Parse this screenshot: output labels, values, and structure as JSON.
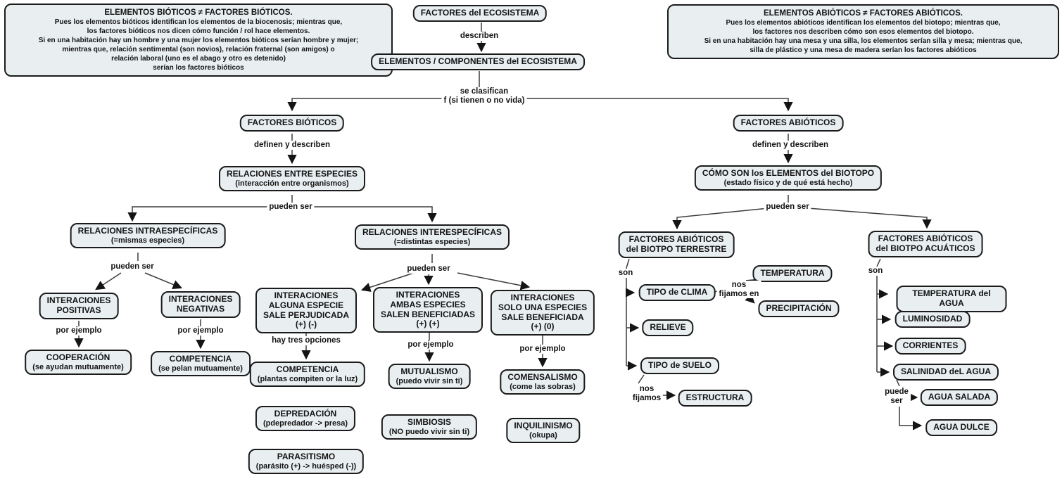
{
  "notes": {
    "biotic": {
      "title": "ELEMENTOS BIÓTICOS ≠ FACTORES BIÓTICOS.",
      "body": "Pues  los elementos bióticos identifican los elementos de la biocenosis; mientras que,\nlos factores bióticos nos dicen cómo función / rol hace elementos.\nSi en una habitación hay un hombre y una mujer los elementos bióticos serían hombre y mujer;\nmientras que, relación sentimental (son novios), relación fraternal (son amigos) o\nrelación laboral (uno es el abago y otro es detenido)\nserían los factores bióticos"
    },
    "abiotic": {
      "title": "ELEMENTOS ABIÓTICOS ≠ FACTORES ABIÓTICOS.",
      "body": "Pues  los elementos abióticos identifican los elementos del biotopo; mientras que,\nlos factores nos describen cómo son esos elementos del biotopo.\nSi en una habitación hay una mesa y una silla, los elementos serían silla y mesa; mientras que,\nsilla de plástico y una mesa de madera serían los factores abióticos"
    }
  },
  "nodes": {
    "factores_ecosistema": {
      "title": "FACTORES del ECOSISTEMA"
    },
    "elementos": {
      "title": "ELEMENTOS / COMPONENTES del ECOSISTEMA"
    },
    "factores_bioticos": {
      "title": "FACTORES BIÓTICOS"
    },
    "relaciones_especies": {
      "title": "RELACIONES ENTRE ESPECIES",
      "sub": "(interacción entre organismos)"
    },
    "rel_intra": {
      "title": "RELACIONES INTRAESPECÍFICAS",
      "sub": "(=mismas especies)"
    },
    "rel_inter": {
      "title": "RELACIONES INTERESPECÍFICAS",
      "sub": "(=distintas especies)"
    },
    "int_positivas": {
      "title": "INTERACIONES\nPOSITIVAS"
    },
    "int_negativas": {
      "title": "INTERACIONES\nNEGATIVAS"
    },
    "cooperacion": {
      "title": "COOPERACIÓN",
      "sub": "(se ayudan mutuamente)"
    },
    "competencia1": {
      "title": "COMPETENCIA",
      "sub": "(se pelan mutuamente)"
    },
    "int_perjudicada": {
      "title": "INTERACIONES\nALGUNA ESPECIE\nSALE PERJUDICADA\n(+) (-)"
    },
    "competencia2": {
      "title": "COMPETENCIA",
      "sub": "(plantas compiten or la luz)"
    },
    "depredacion": {
      "title": "DEPREDACIÓN",
      "sub": "(pdepredador -> presa)"
    },
    "parasitismo": {
      "title": "PARASITISMO",
      "sub": "(parásito (+) -> huésped (-))"
    },
    "int_beneficiadas": {
      "title": "INTERACIONES\nAMBAS ESPECIES\nSALEN BENEFICIADAS\n(+) (+)"
    },
    "mutualismo": {
      "title": "MUTUALISMO",
      "sub": "(puedo vivir sin ti)"
    },
    "simbiosis": {
      "title": "SIMBIOSIS",
      "sub": "(NO puedo vivir sin ti)"
    },
    "int_solo_una": {
      "title": "INTERACIONES\nSOLO UNA ESPECIES\nSALE BENEFICIADA\n(+) (0)"
    },
    "comensalismo": {
      "title": "COMENSALISMO",
      "sub": "(come las sobras)"
    },
    "inquilinismo": {
      "title": "INQUILINISMO",
      "sub": "(okupa)"
    },
    "factores_abioticos": {
      "title": "FACTORES ABIÓTICOS"
    },
    "como_son": {
      "title": "CÓMO SON los ELEMENTOS del BIOTOPO",
      "sub": "(estado físico y de qué está hecho)"
    },
    "fab_terrestre": {
      "title": "FACTORES ABIÓTICOS\ndel BIOTPO TERRESTRE"
    },
    "tipo_clima": {
      "title": "TIPO de CLIMA"
    },
    "temperatura": {
      "title": "TEMPERATURA"
    },
    "precipitacion": {
      "title": "PRECIPITACIÓN"
    },
    "relieve": {
      "title": "RELIEVE"
    },
    "tipo_suelo": {
      "title": "TIPO de SUELO"
    },
    "estructura": {
      "title": "ESTRUCTURA"
    },
    "fab_acuaticos": {
      "title": "FACTORES ABIÓTICOS\ndel BIOTPO ACUÁTICOS"
    },
    "temp_agua": {
      "title": "TEMPERATURA del AGUA"
    },
    "luminosidad": {
      "title": "LUMINOSIDAD"
    },
    "corrientes": {
      "title": "CORRIENTES"
    },
    "salinidad": {
      "title": "SALINIDAD deL AGUA"
    },
    "agua_salada": {
      "title": "AGUA SALADA"
    },
    "agua_dulce": {
      "title": "AGUA DULCE"
    }
  },
  "labels": {
    "describen": "describen",
    "se_clasifican": "se clasifican\nf (si tienen o no vida)",
    "definen_y_describen": "definen y describen",
    "pueden_ser": "pueden ser",
    "por_ejemplo": "por ejemplo",
    "hay_tres_opciones": "hay tres opciones",
    "son": "son",
    "nos_fijamos_en": "nos\nfijamos en",
    "nos_fijamos": "nos\nfijamos",
    "puede_ser": "puede\nser"
  },
  "colors": {
    "background": "#ffffff",
    "box_fill": "#e9eff1",
    "box_border": "#1b1b1b",
    "line": "#3c3c3c",
    "arrowhead": "#141414",
    "text": "#141414"
  }
}
